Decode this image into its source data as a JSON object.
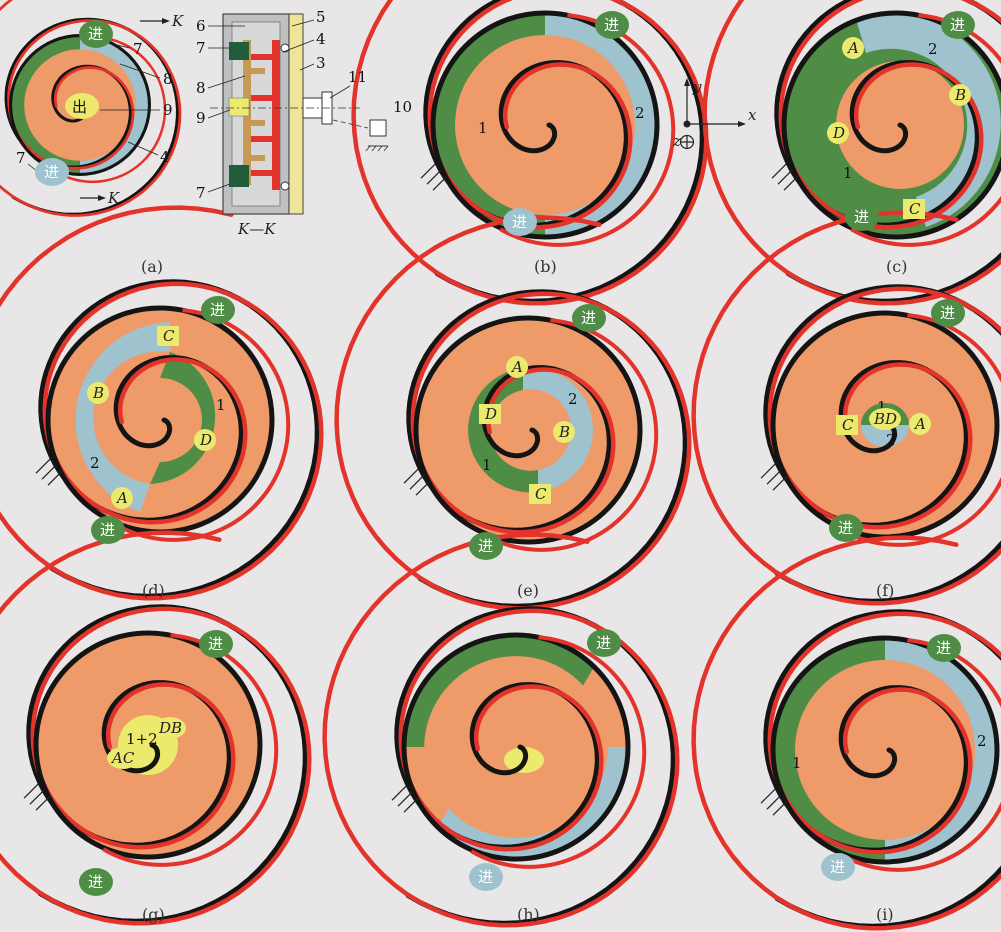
{
  "captions": [
    "(a)",
    "(b)",
    "(c)",
    "(d)",
    "(e)",
    "(f)",
    "(g)",
    "(h)",
    "(i)"
  ],
  "inlet_label": "进",
  "outlet_label": "出",
  "section_label": "K—K",
  "view_marker": "K",
  "axis_labels": {
    "y": "y",
    "x": "x",
    "z": "z"
  },
  "part_numbers_a": [
    "7",
    "8",
    "9",
    "4",
    "7"
  ],
  "part_numbers_section": [
    "6",
    "5",
    "4",
    "3",
    "7",
    "8",
    "9",
    "7",
    "11",
    "10"
  ],
  "chamber_numbers": {
    "one": "1",
    "two": "2",
    "sum": "1+2"
  },
  "points": {
    "A": "A",
    "B": "B",
    "C": "C",
    "D": "D",
    "BD": "BD",
    "DB": "DB",
    "AC": "AC"
  },
  "colors": {
    "background": "#e9e6e7",
    "orange": "#ee9a69",
    "green": "#4f8d46",
    "light_blue": "#9fc2cf",
    "red": "#e3342b",
    "black": "#141414",
    "yellow": "#ecea6d",
    "dark_green": "#235c38",
    "tan": "#c69a55",
    "gray": "#bfc0c1",
    "frame_yellow": "#efe59a"
  }
}
